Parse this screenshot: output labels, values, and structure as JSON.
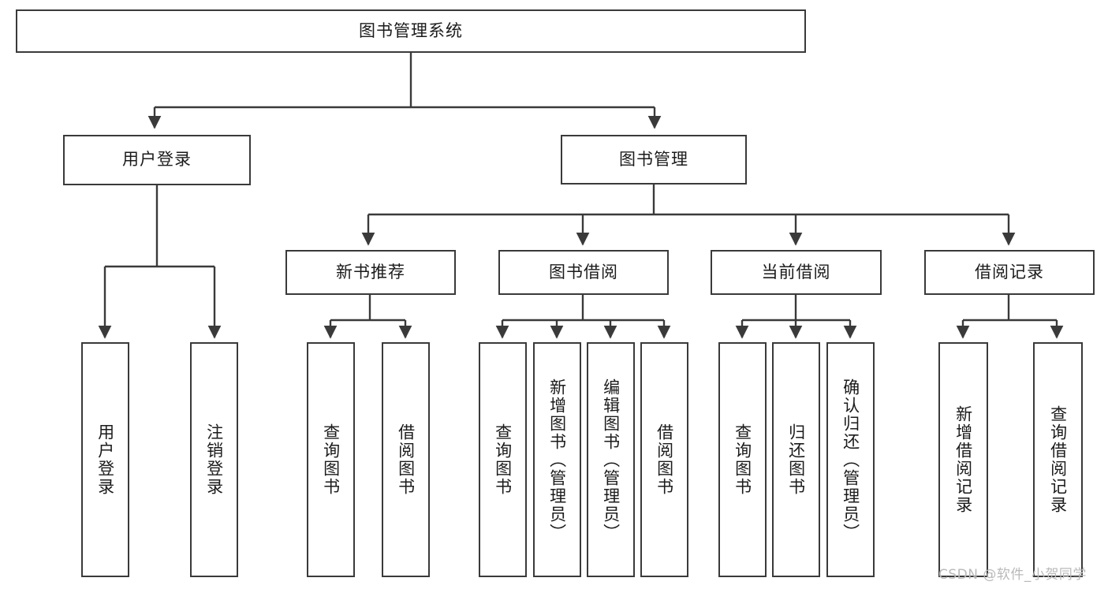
{
  "diagram": {
    "title": "图书管理系统",
    "type": "tree",
    "watermark": "CSDN @软件_小贺同学",
    "colors": {
      "border": "#3a3a3a",
      "background": "#ffffff",
      "text": "#1b1b1b",
      "watermark": "#b9b9b9"
    },
    "root": {
      "label": "图书管理系统"
    },
    "level1": [
      {
        "label": "用户登录"
      },
      {
        "label": "图书管理"
      }
    ],
    "level2": [
      {
        "label": "新书推荐"
      },
      {
        "label": "图书借阅"
      },
      {
        "label": "当前借阅"
      },
      {
        "label": "借阅记录"
      }
    ],
    "leaves": {
      "user_login": [
        {
          "label": "用户登录"
        },
        {
          "label": "注销登录"
        }
      ],
      "new_book": [
        {
          "label": "查询图书"
        },
        {
          "label": "借阅图书"
        }
      ],
      "book_borrow": [
        {
          "label": "查询图书"
        },
        {
          "label": "新增图书（管理员）"
        },
        {
          "label": "编辑图书（管理员）"
        },
        {
          "label": "借阅图书"
        }
      ],
      "current_borrow": [
        {
          "label": "查询图书"
        },
        {
          "label": "归还图书"
        },
        {
          "label": "确认归还（管理员）"
        }
      ],
      "borrow_record": [
        {
          "label": "新增借阅记录"
        },
        {
          "label": "查询借阅记录"
        }
      ]
    }
  }
}
